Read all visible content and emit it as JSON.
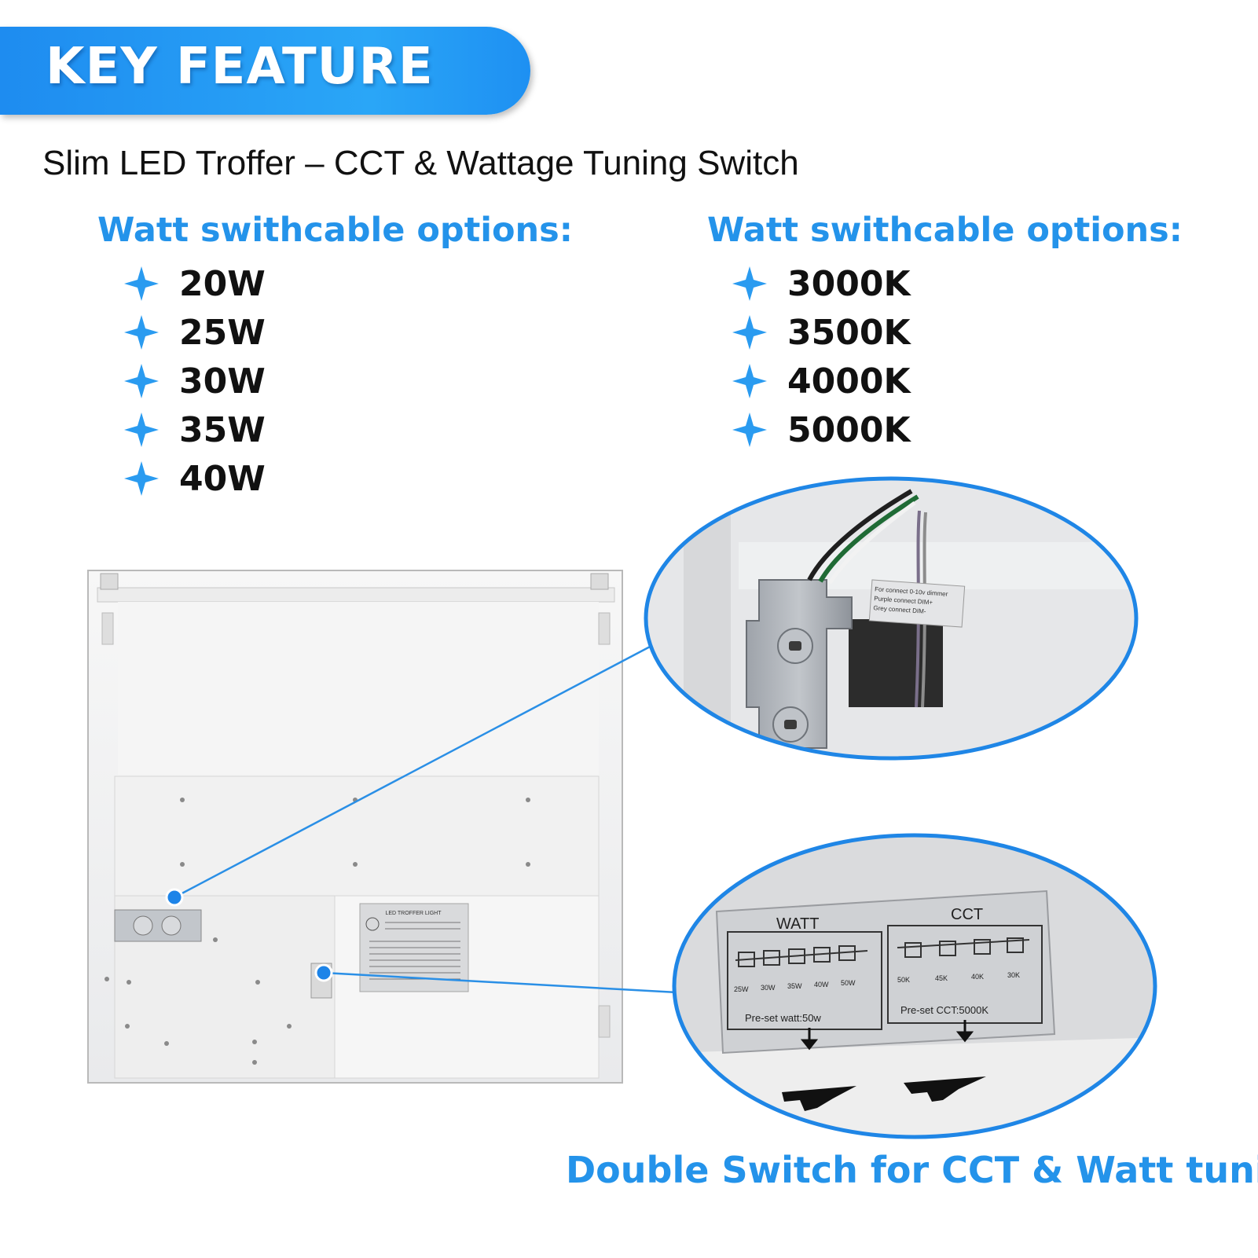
{
  "banner": {
    "title": "KEY FEATURE"
  },
  "subtitle": "Slim LED Troffer – CCT & Wattage Tuning Switch",
  "watt_options": {
    "title": "Watt swithcable options:",
    "items": [
      "20W",
      "25W",
      "30W",
      "35W",
      "40W"
    ]
  },
  "cct_options": {
    "title": "Watt swithcable options:",
    "items": [
      "3000K",
      "3500K",
      "4000K",
      "5000K"
    ]
  },
  "junction_label": {
    "line1": "For connect 0-10v dimmer",
    "line2": "Purple connect DIM+",
    "line3": "Grey connect DIM-"
  },
  "switch_label": {
    "watt_title": "WATT",
    "cct_title": "CCT",
    "watt_positions": [
      "25W",
      "30W",
      "35W",
      "40W",
      "50W"
    ],
    "cct_positions": [
      "50K",
      "45K",
      "40K",
      "30K"
    ],
    "watt_preset": "Pre-set  watt:50w",
    "cct_preset": "Pre-set  CCT:5000K"
  },
  "product_label": {
    "title": "LED TROFFER LIGHT"
  },
  "caption": "Double Switch for CCT & Watt tuning",
  "colors": {
    "accent": "#2493ea",
    "banner": "#1e8cf0"
  }
}
